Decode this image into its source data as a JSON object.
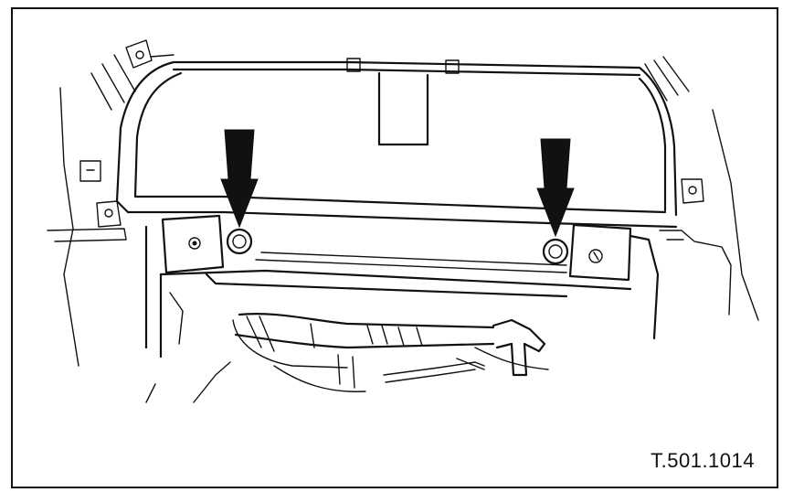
{
  "figure": {
    "reference_code": "T.501.1014",
    "callouts": [
      {
        "name": "left-fastener-arrow"
      },
      {
        "name": "right-fastener-arrow"
      }
    ]
  }
}
